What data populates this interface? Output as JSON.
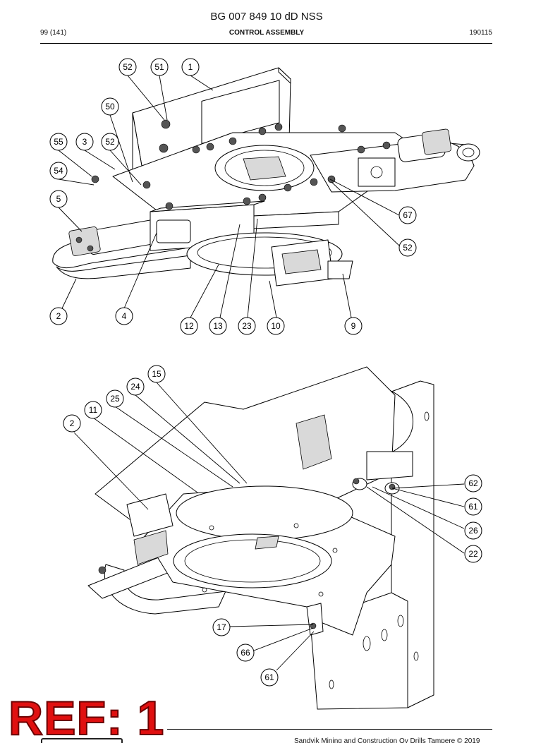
{
  "header": {
    "doc_id": "BG 007 849 10 dD NSS",
    "page": "99 (141)",
    "section": "CONTROL ASSEMBLY",
    "date": "190115"
  },
  "footer": {
    "copyright": "Sandvik Mining and Construction Oy Drills Tampere © 2019"
  },
  "stamp": {
    "text": "REF: 1",
    "color": "#e01010"
  },
  "top_drawing": {
    "callouts": [
      "52",
      "51",
      "1",
      "50",
      "55",
      "3",
      "52",
      "54",
      "5",
      "67",
      "52",
      "2",
      "4",
      "12",
      "13",
      "23",
      "10",
      "9"
    ]
  },
  "bottom_drawing": {
    "callouts": [
      "15",
      "24",
      "25",
      "11",
      "2",
      "62",
      "61",
      "26",
      "22",
      "17",
      "66",
      "61"
    ]
  }
}
